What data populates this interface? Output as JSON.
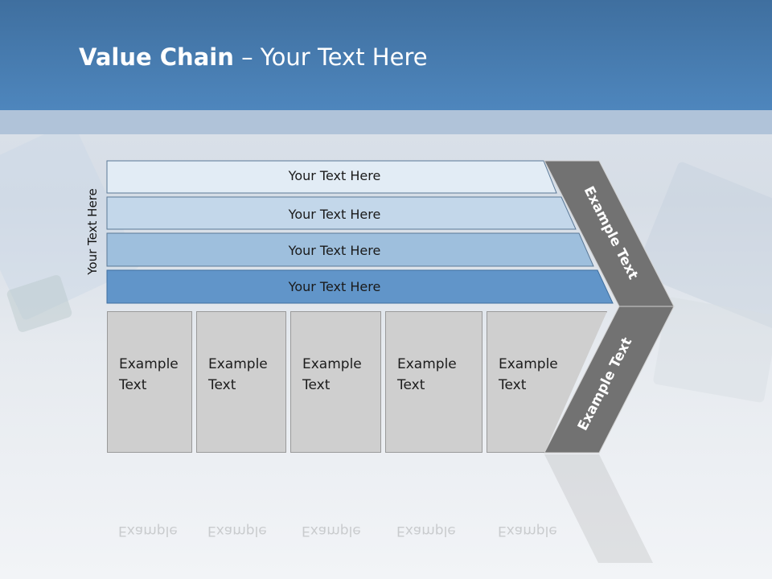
{
  "title": {
    "bold": "Value Chain",
    "rest": " – Your Text Here"
  },
  "side_label": "Your Text Here",
  "bars": [
    {
      "label": "Your Text Here"
    },
    {
      "label": "Your Text Here"
    },
    {
      "label": "Your Text Here"
    },
    {
      "label": "Your Text Here"
    }
  ],
  "boxes": [
    {
      "line1": "Example",
      "line2": "Text"
    },
    {
      "line1": "Example",
      "line2": "Text"
    },
    {
      "line1": "Example",
      "line2": "Text"
    },
    {
      "line1": "Example",
      "line2": "Text"
    },
    {
      "line1": "Example",
      "line2": "Text"
    }
  ],
  "chevron": {
    "upper": "Example Text",
    "lower": "Example Text"
  },
  "colors": {
    "header": "#4e86bd",
    "band": "#b0c3d9",
    "bar1": "#e2ecf5",
    "bar2": "#c3d7ea",
    "bar3": "#9ebfdd",
    "bar4": "#6195c9",
    "chevron": "#727272",
    "box": "#cfcfcf"
  }
}
